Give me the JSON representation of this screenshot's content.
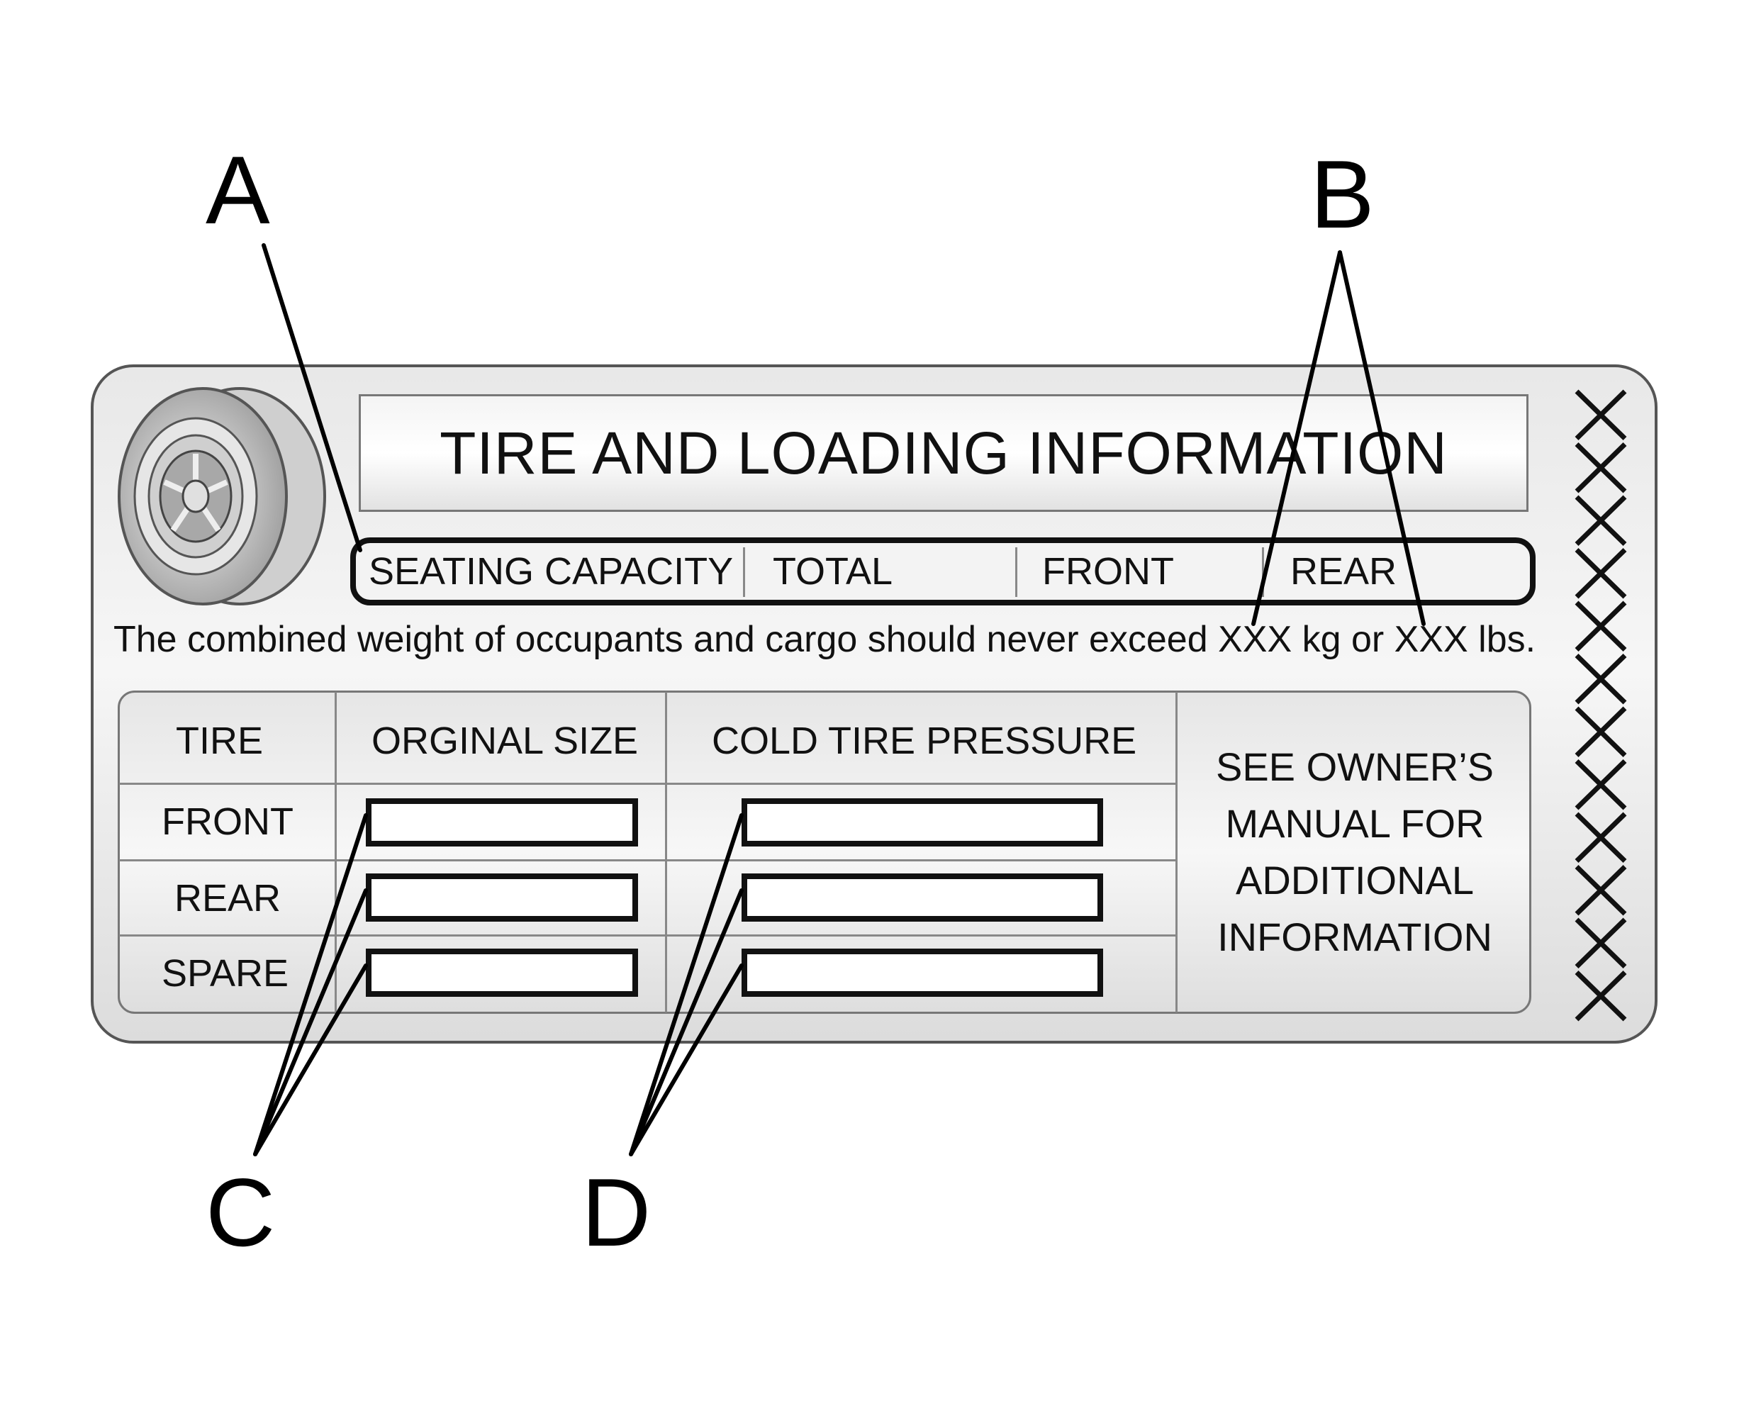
{
  "callouts": {
    "a": "A",
    "b": "B",
    "c": "C",
    "d": "D"
  },
  "label": {
    "title": "TIRE AND LOADING INFORMATION",
    "seating_row": [
      "SEATING CAPACITY",
      "TOTAL",
      "FRONT",
      "REAR"
    ],
    "warning": "The combined weight of occupants and cargo should never exceed XXX kg or XXX lbs.",
    "table_headers": [
      "TIRE",
      "ORGINAL SIZE",
      "COLD TIRE PRESSURE"
    ],
    "rows": [
      "FRONT",
      "REAR",
      "SPARE"
    ],
    "see_manual": [
      "SEE OWNER’S",
      "MANUAL FOR",
      "ADDITIONAL",
      "INFORMATION"
    ]
  },
  "icons": {
    "tire": "tire-icon",
    "x_marks": "x-mark-strip"
  },
  "colors": {
    "ink": "#111111",
    "panel": "#e8e8e8",
    "border": "#555555"
  }
}
